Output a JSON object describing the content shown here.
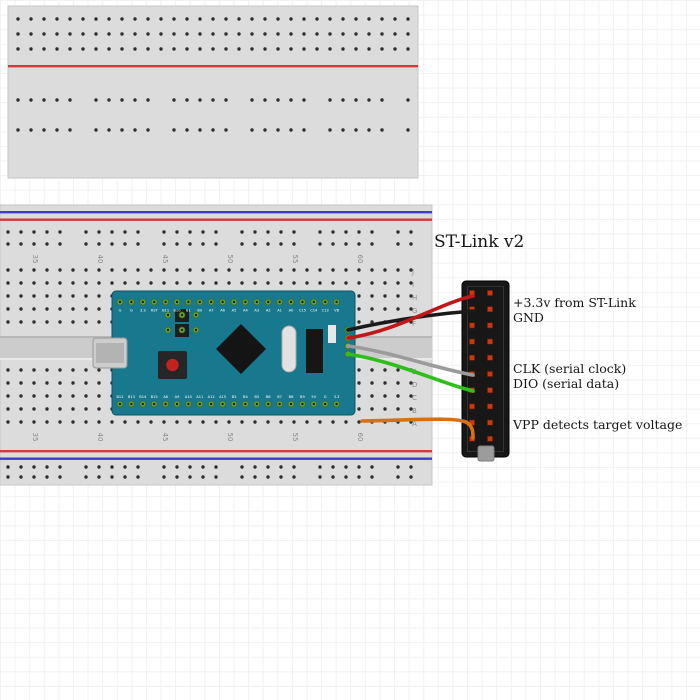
{
  "title": "ST-Link v2",
  "annotations": [
    {
      "id": "vcc",
      "label": "+3.3v from ST-Link"
    },
    {
      "id": "gnd",
      "label": "GND"
    },
    {
      "id": "clk",
      "label": "CLK (serial clock)"
    },
    {
      "id": "dio",
      "label": "DIO (serial data)"
    },
    {
      "id": "vpp",
      "label": "VPP detects target voltage"
    }
  ],
  "wires": [
    {
      "name": "gnd-wire",
      "signal": "GND",
      "color": "#1a1a1a"
    },
    {
      "name": "3v3-wire",
      "signal": "+3.3v",
      "color": "#c01818"
    },
    {
      "name": "clk-wire",
      "signal": "CLK",
      "color": "#9b9b9b"
    },
    {
      "name": "dio-wire",
      "signal": "DIO",
      "color": "#2fbf1a"
    },
    {
      "name": "vpp-wire",
      "signal": "VPP",
      "color": "#d97112"
    }
  ],
  "breadboard": {
    "column_numbers": [
      "35",
      "40",
      "45",
      "50",
      "55",
      "60"
    ],
    "row_letters_top": [
      "J",
      "I",
      "H",
      "G",
      "F"
    ],
    "row_letters_bottom": [
      "E",
      "D",
      "C",
      "B",
      "A"
    ]
  },
  "mcu_board": {
    "top_pins": [
      "G",
      "G",
      "3.3",
      "RST",
      "B11",
      "B10",
      "B1",
      "B0",
      "A7",
      "A6",
      "A5",
      "A4",
      "A3",
      "A2",
      "A1",
      "A0",
      "C15",
      "C14",
      "C13",
      "VB"
    ],
    "bottom_pins": [
      "B12",
      "B13",
      "B14",
      "B15",
      "A8",
      "A9",
      "A10",
      "A11",
      "A12",
      "A15",
      "B3",
      "B4",
      "B5",
      "B6",
      "B7",
      "B8",
      "B9",
      "5V",
      "G",
      "3.3"
    ]
  },
  "connector": {
    "rows": 10,
    "cols": 2,
    "pin_color": "#c93a10"
  },
  "colors": {
    "pcb": "#18798e",
    "breadboard": "#dcdcdc",
    "rail_red": "#d03b3b",
    "rail_blue": "#3b3bd0"
  }
}
